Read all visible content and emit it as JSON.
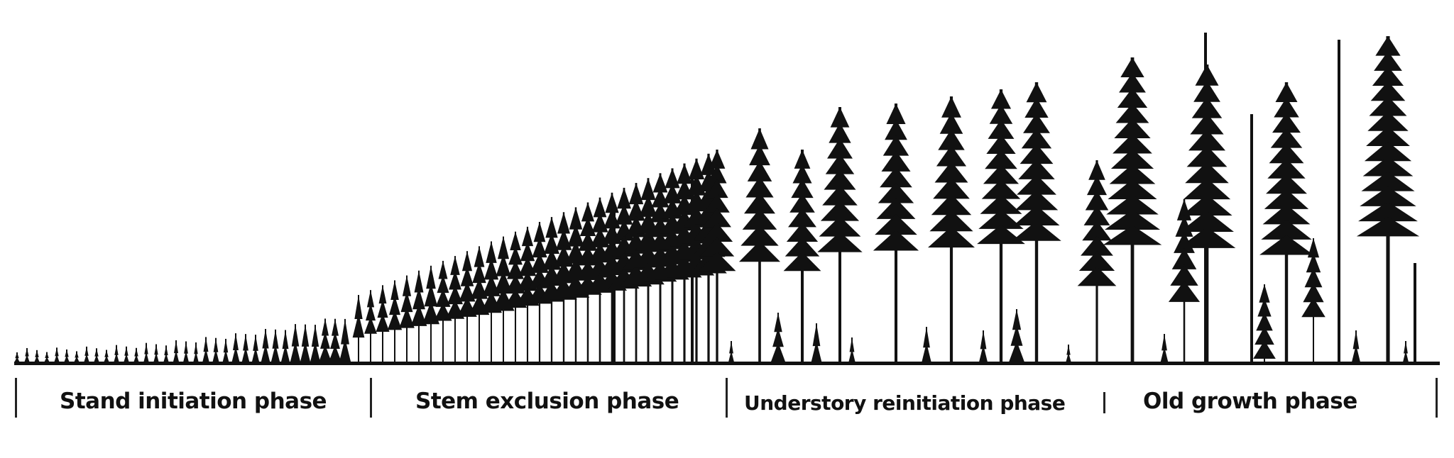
{
  "title": "Forest stand development phases",
  "phases": [
    {
      "label": "Stand initiation phase"
    },
    {
      "label": "Stem exclusion phase"
    },
    {
      "label": "Understory reinitiation phase"
    },
    {
      "label": "Old growth phase"
    }
  ],
  "colors": {
    "ink": "#111111",
    "background": "#ffffff"
  }
}
